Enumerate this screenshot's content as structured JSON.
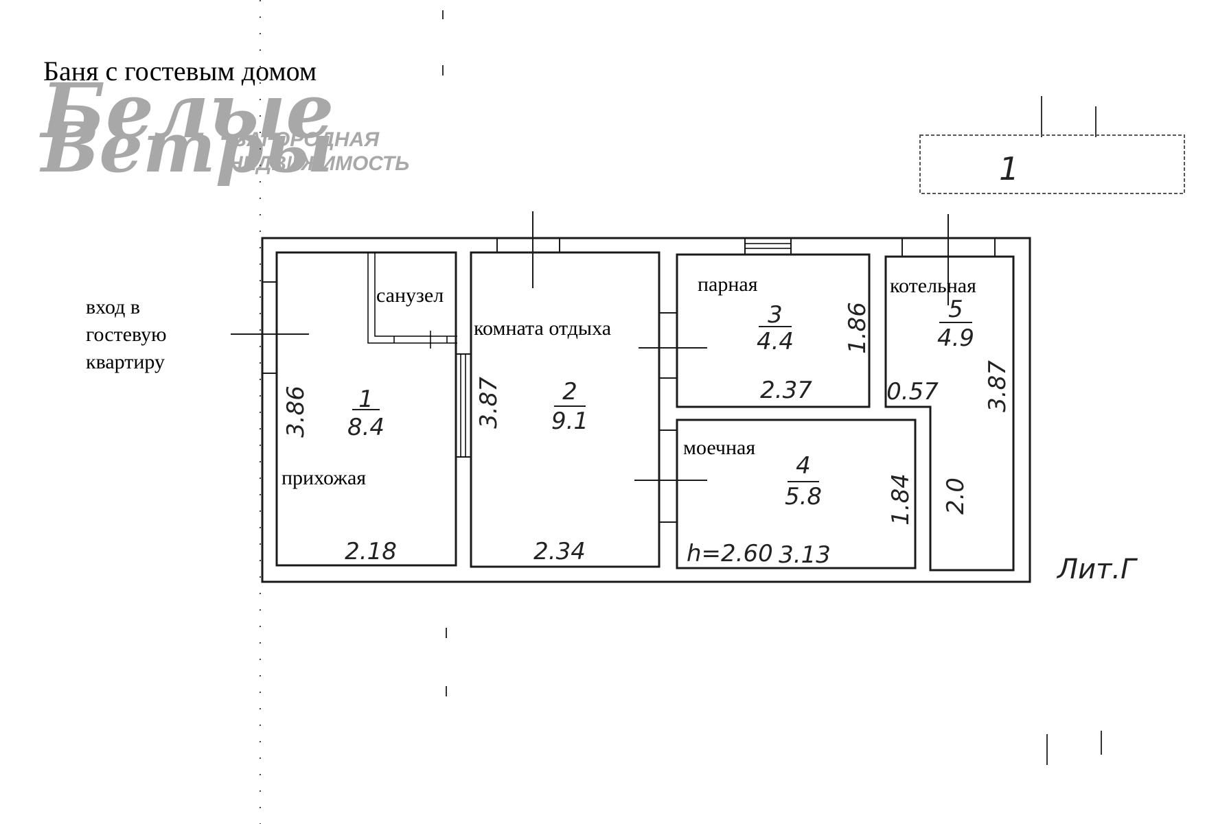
{
  "title": "Баня с гостевым домом",
  "watermark": {
    "line1": "Белые",
    "line2": "Ветры",
    "sub1": "ЗАГОРОДНАЯ",
    "sub2": "НЕДВИЖИМОСТЬ",
    "color": "#a8a8a8"
  },
  "stamp": {
    "text": "1"
  },
  "entrance_label": {
    "line1": "вход в",
    "line2": "гостевую",
    "line3": "квартиру"
  },
  "rooms": [
    {
      "number": "1",
      "area": "8.4",
      "name": "прихожая",
      "dim_width": "2.18",
      "dim_height": "3.86"
    },
    {
      "number": "2",
      "area": "9.1",
      "name": "комната отдыха",
      "dim_width": "2.34",
      "dim_height": "3.87"
    },
    {
      "number": "3",
      "area": "4.4",
      "name": "парная",
      "dim_width": "2.37",
      "dim_height": "1.86"
    },
    {
      "number": "4",
      "area": "5.8",
      "name": "моечная",
      "dim_width": "3.13",
      "dim_height": "1.84"
    },
    {
      "number": "5",
      "area": "4.9",
      "name": "котельная",
      "dim_width": "0.57",
      "dim_height": "3.87",
      "dim_inner": "2.0"
    }
  ],
  "bathroom_label": "санузел",
  "ceiling_height": "h=2.60",
  "litera": "Лит.Г"
}
